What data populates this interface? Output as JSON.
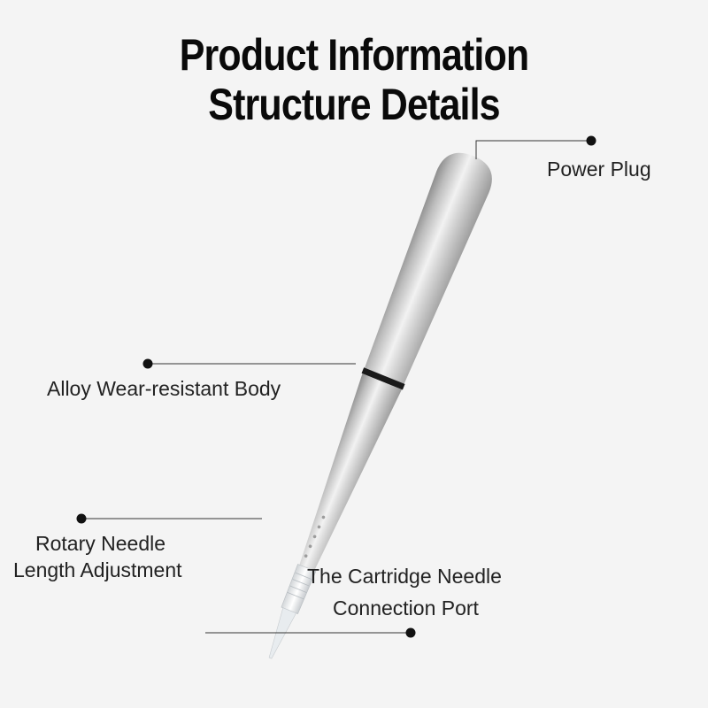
{
  "header": {
    "title_line1": "Product Information",
    "title_line2": "Structure Details"
  },
  "callouts": {
    "power_plug": "Power Plug",
    "alloy_body": "Alloy Wear-resistant Body",
    "rotary_needle_line1": "Rotary Needle",
    "rotary_needle_line2": "Length Adjustment",
    "cartridge_line1": "The Cartridge Needle",
    "cartridge_line2": "Connection Port"
  },
  "colors": {
    "background": "#f4f4f4",
    "text": "#222222",
    "title": "#0a0a0a",
    "pen_silver": "#c9c9c9",
    "separator_ring": "#1a1a1a"
  }
}
